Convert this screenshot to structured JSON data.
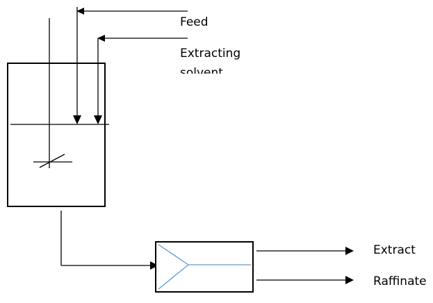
{
  "labels": {
    "feed": "Feed",
    "extracting_solvent_line1": "Extracting",
    "extracting_solvent_line2": "solvent",
    "extract": "Extract",
    "raffinate": "Raffinate"
  },
  "colors": {
    "line": "#000000",
    "splitter": "#5b9bd5",
    "background": "#ffffff"
  }
}
